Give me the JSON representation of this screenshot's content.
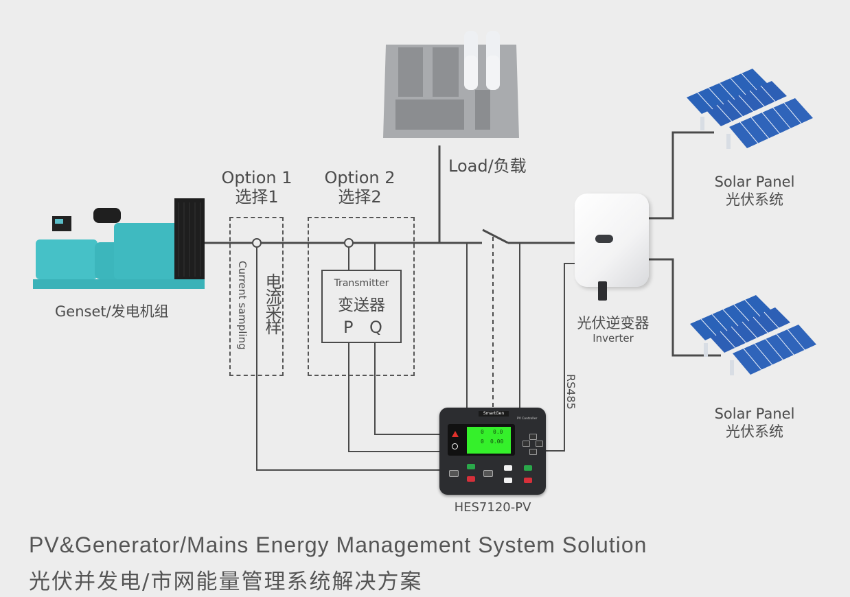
{
  "diagram": {
    "genset": {
      "label": "Genset/发电机组"
    },
    "load": {
      "label": "Load/负载"
    },
    "option1": {
      "title_en": "Option 1",
      "title_zh": "选择1",
      "sampling_en": "Current sampling",
      "sampling_zh": "电流采样"
    },
    "option2": {
      "title_en": "Option 2",
      "title_zh": "选择2",
      "transmitter_en": "Transmitter",
      "transmitter_zh": "变送器",
      "p": "P",
      "q": "Q"
    },
    "inverter": {
      "label_zh": "光伏逆变器",
      "label_en": "Inverter"
    },
    "solar_top": {
      "label_en": "Solar Panel",
      "label_zh": "光伏系统"
    },
    "solar_bottom": {
      "label_en": "Solar Panel",
      "label_zh": "光伏系统"
    },
    "rs485": "RS485",
    "controller": {
      "model": "HES7120-PV",
      "brand": "SmartGen",
      "subtitle": "PV Controller",
      "lcd_row1_a": "0",
      "lcd_row1_b": "0.0",
      "lcd_row2_a": "0",
      "lcd_row2_b": "0.00"
    }
  },
  "footer": {
    "title_en": "PV&Generator/Mains Energy Management System Solution",
    "title_zh": "光伏并发电/市网能量管理系统解决方案"
  },
  "colors": {
    "background": "#ededed",
    "wire": "#4a4a4a",
    "lcd": "#35f02b",
    "genset": "#3fb8bf",
    "solar": "#1e5fb0"
  }
}
